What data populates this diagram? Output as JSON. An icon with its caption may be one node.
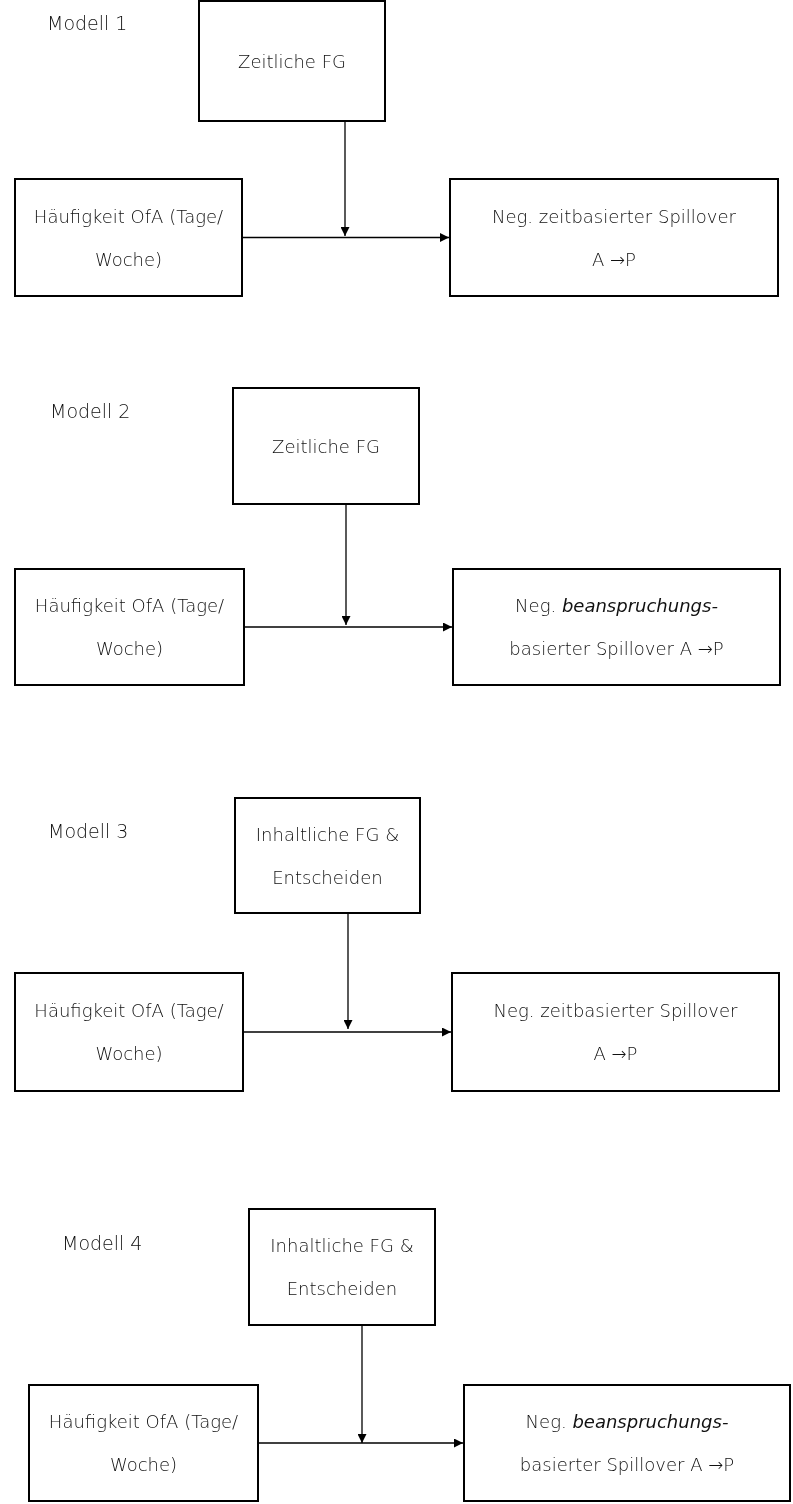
{
  "diagram": {
    "nodes": [
      {
        "text": [
          "Zeitliche FG"
        ]
      },
      {
        "text": [
          "Häufigkeit OfA (Tage/ Woche)"
        ]
      },
      {
        "text": [
          "Neg. zeitbasierter Spillover A →P"
        ]
      },
      {
        "text": [
          "Zeitliche FG"
        ]
      },
      {
        "text": [
          "Häufigkeit OfA (Tage/ Woche)"
        ]
      },
      {
        "text": [
          "Neg. *beanspruchungs-* basierter Spillover A →P"
        ]
      },
      {
        "text": [
          "Inhaltliche FG & Entscheiden"
        ]
      },
      {
        "text": [
          "Häufigkeit OfA (Tage/ Woche)"
        ]
      },
      {
        "text": [
          "Neg. zeitbasierter Spillover A →P"
        ]
      },
      {
        "text": [
          "Inhaltliche FG & Entscheiden"
        ]
      },
      {
        "text": [
          "Häufigkeit OfA (Tage/ Woche)"
        ]
      },
      {
        "text": [
          "Neg. *beanspruchungs-* basierter Spillover A →P"
        ]
      }
    ],
    "edges": [
      {
        "from": 1,
        "to": 2,
        "arrow": "to"
      },
      {
        "from": 0,
        "to": null,
        "arrow": "to"
      },
      {
        "from": 4,
        "to": 5,
        "arrow": "to"
      },
      {
        "from": 3,
        "to": null,
        "arrow": "to"
      },
      {
        "from": 7,
        "to": 8,
        "arrow": "to"
      },
      {
        "from": 6,
        "to": null,
        "arrow": "to"
      },
      {
        "from": 10,
        "to": 11,
        "arrow": "to"
      },
      {
        "from": 9,
        "to": null,
        "arrow": "to"
      }
    ],
    "labels": [
      "Modell 1",
      "Modell 2",
      "Modell 3",
      "Modell 4"
    ]
  }
}
